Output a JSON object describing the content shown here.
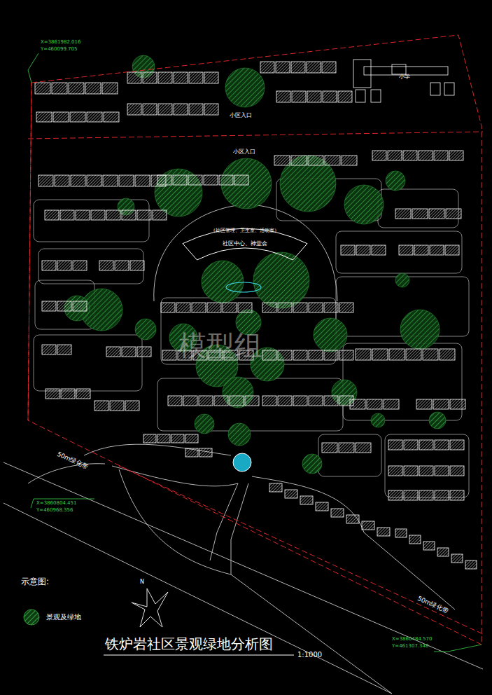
{
  "diagram": {
    "title": "铁炉岩社区景观绿地分析图",
    "nodes": [
      {
        "text": [
          "（社区管理、卫生室、活动室）",
          "社区中心、神堂会"
        ]
      }
    ],
    "labels": [
      "小区入口",
      "小区入口",
      "50m绿化带",
      "50m绿化带",
      "小学",
      "X=3861982.016",
      "Y=460099.705",
      "X=3860804.451",
      "Y=460968.356",
      "X=3860484.570",
      "Y=461307.348",
      "1:1000",
      "示意图:",
      "N",
      "模型组"
    ],
    "legend": [
      {
        "text": "景观及绿地"
      }
    ]
  }
}
